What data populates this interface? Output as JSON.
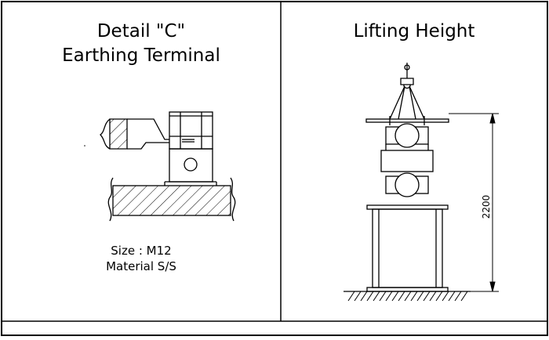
{
  "detail": {
    "title_line1": "Detail \"C\"",
    "title_line2": "Earthing Terminal",
    "size_label": "Size : M12",
    "material_label": "Material  S/S"
  },
  "lifting": {
    "title": "Lifting Height",
    "dimension_label": "2200"
  },
  "colors": {
    "line": "#000000",
    "background": "#ffffff"
  }
}
